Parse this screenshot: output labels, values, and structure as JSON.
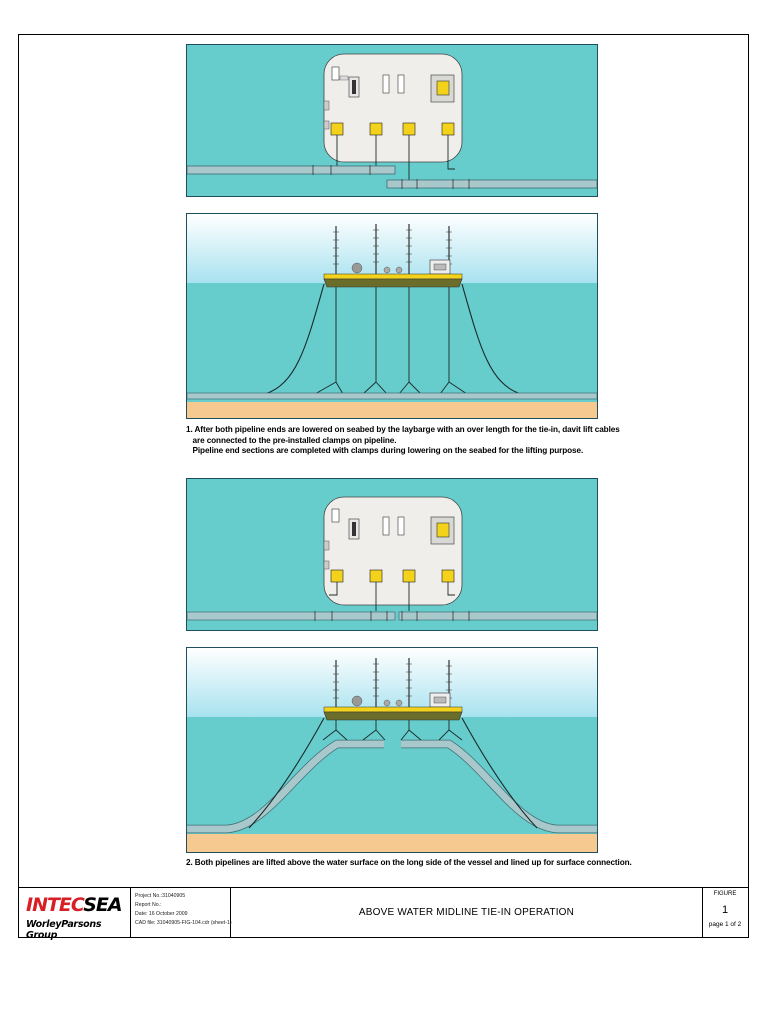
{
  "captions": {
    "step1": "1. After both pipeline ends are lowered on seabed by the laybarge with an over length for the tie-in, davit lift cables\n   are connected to the pre-installed clamps on pipeline.\n   Pipeline end sections are completed with clamps during lowering on the seabed for the lifting purpose.",
    "step2": "2. Both pipelines are lifted above the water surface on the long side of the vessel and lined up for surface connection."
  },
  "title_block": {
    "logo_red": "INTEC",
    "logo_black": "SEA",
    "logo_sub": "WorleyParsons Group",
    "project_no": "Project No.:31040905",
    "report_no": "Report No.:",
    "date": "Date: 16 October 2009",
    "cad_file": "CAD file: 31040905-FIG-104.cdr  (sheet-1)",
    "drawing_title": "ABOVE WATER MIDLINE TIE-IN OPERATION",
    "figure_label": "FIGURE",
    "figure_number": "1",
    "page": "page 1 of 2"
  },
  "colors": {
    "sea": "#66cccc",
    "sky_top": "#ffffff",
    "sky_bottom": "#a8e2ef",
    "seabed": "#f5c98f",
    "deck": "#f0eeea",
    "hull": "#6b6d2a",
    "clamp": "#f2d21a",
    "pipe": "#a9c8cc",
    "cable": "#1b2a2a",
    "logo_red": "#d81f26"
  }
}
